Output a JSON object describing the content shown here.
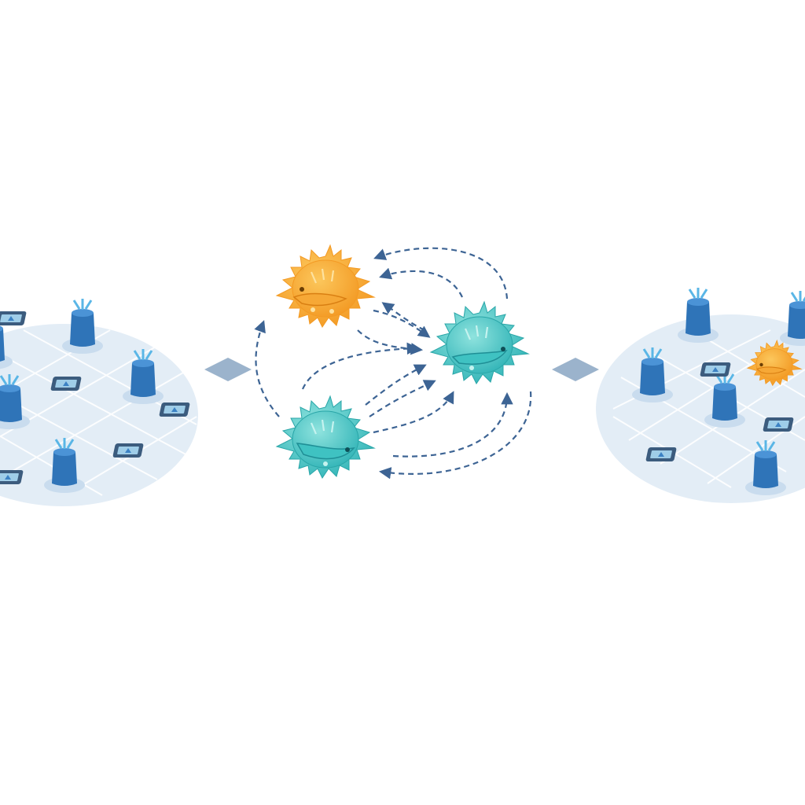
{
  "colors": {
    "background": "#ffffff",
    "platform_fill": "#e3edf6",
    "platform_grid": "#ffffff",
    "tower": "#2f74b8",
    "tower_top": "#4b93d6",
    "tower_antenna": "#5ab6e6",
    "tower_base": "#c9dcee",
    "device": "#3c5c7e",
    "device_screen": "#9fcde8",
    "diamond": "#9bb3cc",
    "arrow": "#3d6494",
    "agent_orange": "#f6a836",
    "agent_orange_light": "#fcc75c",
    "agent_teal": "#3fc2c2",
    "agent_teal_light": "#8fe3de"
  },
  "icons": {
    "tower": "tower-icon",
    "device": "device-icon",
    "agent": "virus-agent-icon",
    "diamond": "diamond-icon"
  },
  "diagram": {
    "left_platform": {
      "towers": 5,
      "devices": 5,
      "agents": []
    },
    "center_exchange": {
      "agents": [
        "orange",
        "teal",
        "teal"
      ],
      "links": [
        "agent-orange-to-agent-teal-right",
        "agent-teal-right-to-agent-orange",
        "agent-orange-to-agent-teal-bottom",
        "agent-teal-bottom-to-agent-orange",
        "agent-teal-bottom-to-agent-teal-right",
        "agent-teal-right-to-agent-teal-bottom"
      ]
    },
    "right_platform": {
      "towers": 5,
      "devices": 3,
      "agents": [
        "orange"
      ]
    }
  }
}
